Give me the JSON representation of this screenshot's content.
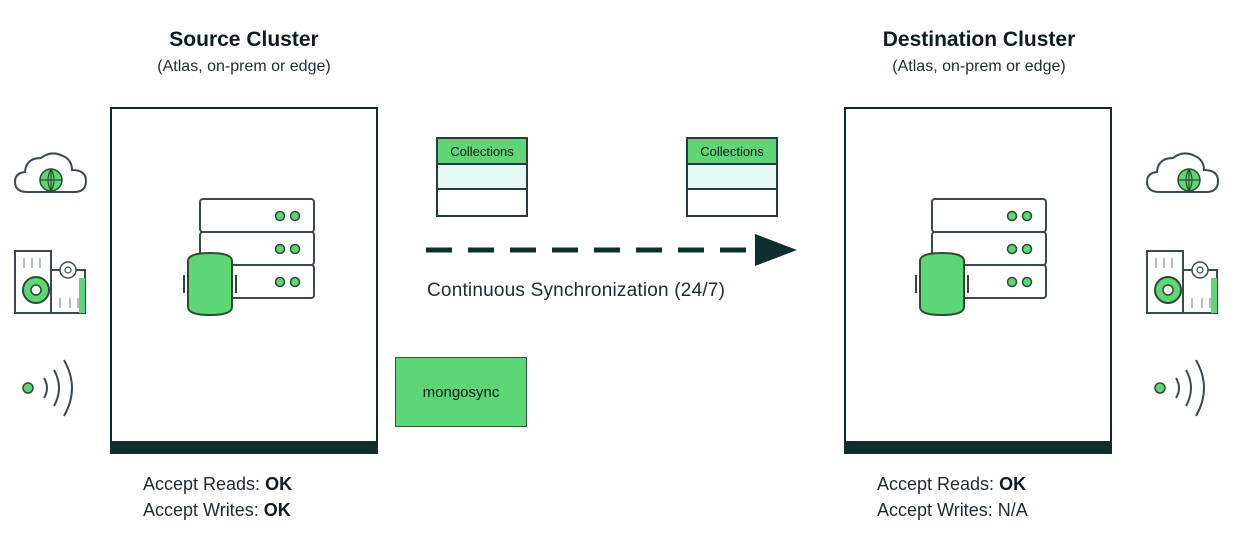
{
  "source": {
    "title": "Source Cluster",
    "subtitle": "(Atlas, on-prem or edge)",
    "reads_label": "Accept Reads: ",
    "reads_value": "OK",
    "writes_label": "Accept Writes: ",
    "writes_value": "OK"
  },
  "destination": {
    "title": "Destination Cluster",
    "subtitle": "(Atlas, on-prem or edge)",
    "reads_label": "Accept Reads: ",
    "reads_value": "OK",
    "writes_label": "Accept Writes: ",
    "writes_value": "N/A"
  },
  "collections": {
    "source_label": "Collections",
    "destination_label": "Collections"
  },
  "sync": {
    "label": "Continuous Synchronization (24/7)"
  },
  "mongosync": {
    "label": "mongosync"
  },
  "icons": [
    "cloud-globe-icon",
    "building-gear-icon",
    "wireless-signal-icon",
    "server-rack-icon",
    "database-icon"
  ],
  "colors": {
    "accent_green": "#5fd675",
    "dark": "#0f2e2e",
    "light_teal": "#e6f8f4"
  }
}
